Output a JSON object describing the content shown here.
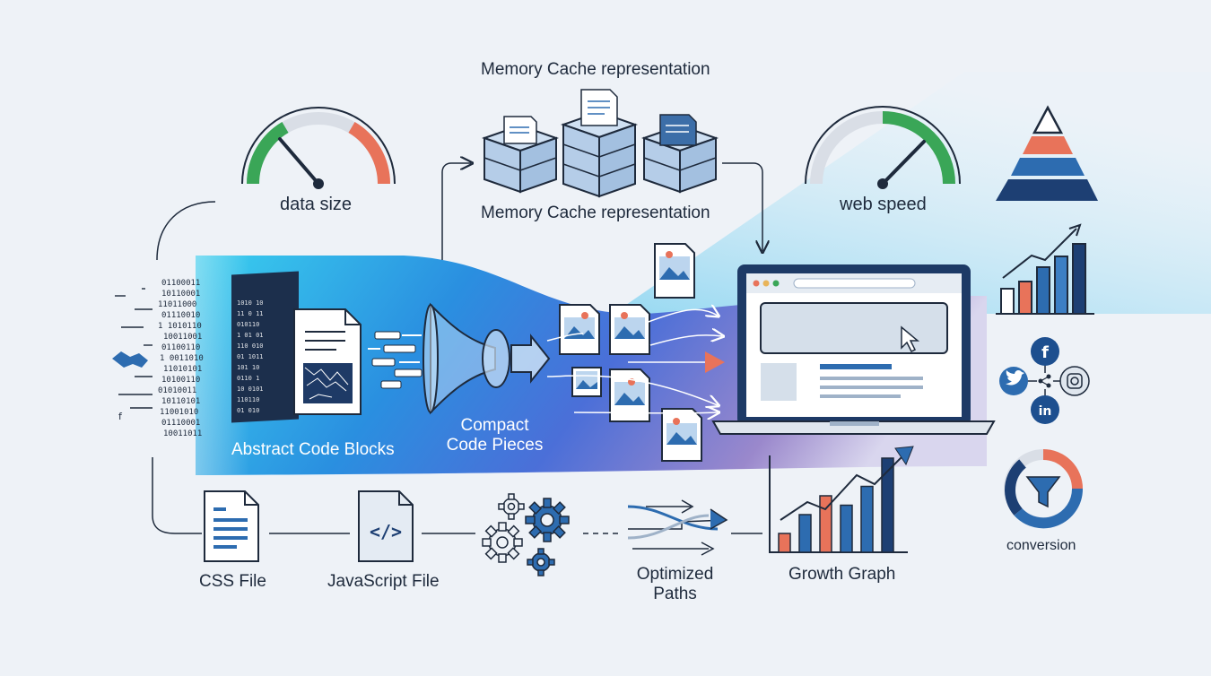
{
  "labels": {
    "memory_cache_top": "Memory Cache representation",
    "memory_cache_bottom": "Memory Cache representation",
    "data_size": "data size",
    "web_speed": "web speed",
    "abstract_code_blocks": "Abstract Code Blocks",
    "compact_line1": "Compact",
    "compact_line2": "Code Pieces",
    "css_file": "CSS File",
    "javascript_file": "JavaScript File",
    "optimized_line1": "Optimized",
    "optimized_line2": "Paths",
    "growth_graph": "Growth Graph",
    "conversion": "conversion",
    "js_code_glyph": "</>"
  },
  "growth_graph": {
    "bars": [
      2,
      4,
      6,
      5,
      7,
      10
    ],
    "bar_colors": [
      "#e8735a",
      "#2d6cb0",
      "#e8735a",
      "#2d6cb0",
      "#2d6cb0",
      "#1d3f73"
    ]
  },
  "mini_bar_chart": {
    "bars": [
      2,
      3,
      4,
      5,
      6
    ]
  },
  "gauges": {
    "data_size": {
      "zones": [
        "#3aa657",
        "#d9dee6",
        "#e8735a"
      ],
      "needle": "left"
    },
    "web_speed": {
      "zones": [
        "#d9dee6",
        "#d9dee6",
        "#3aa657"
      ],
      "needle": "right"
    }
  },
  "social_icons": [
    "facebook-icon",
    "twitter-icon",
    "instagram-icon",
    "linkedin-icon",
    "share-icon"
  ],
  "colors": {
    "navy": "#1d3f73",
    "blue": "#2d6cb0",
    "coral": "#e8735a",
    "green": "#3aa657",
    "band_start": "#2ec4e8",
    "band_end": "#9a88cc"
  }
}
